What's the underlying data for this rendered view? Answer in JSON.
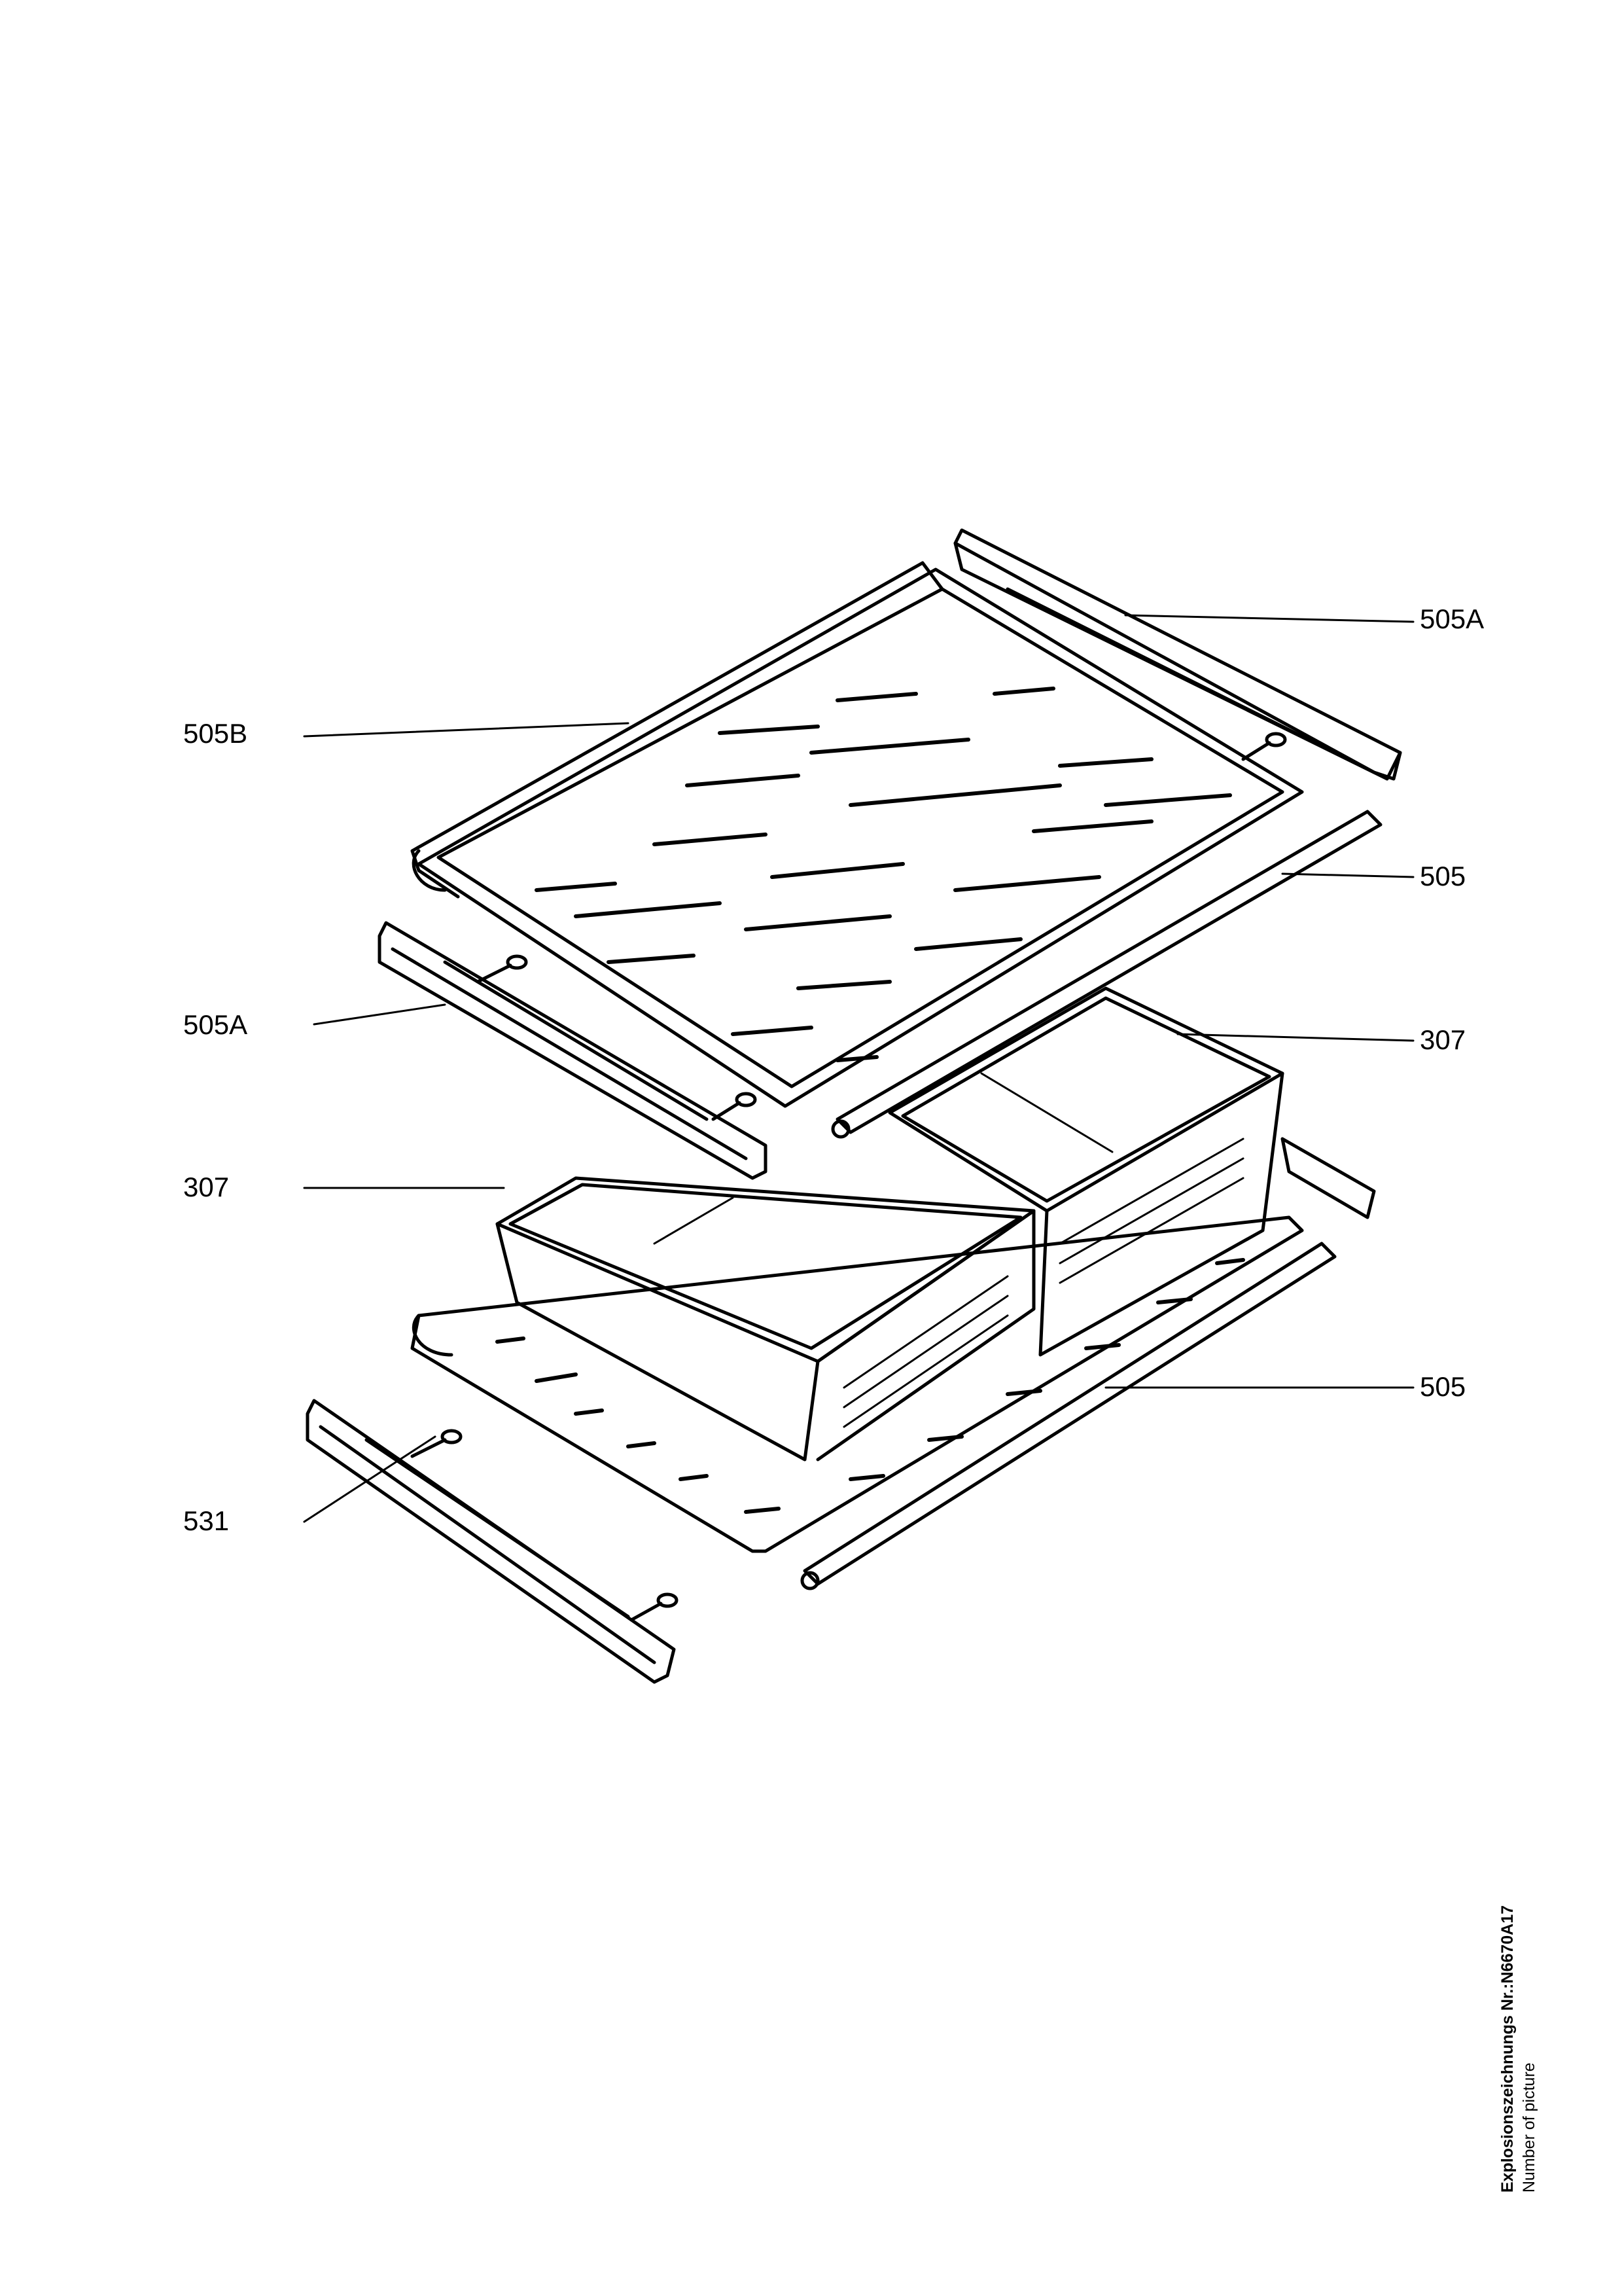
{
  "labels": {
    "l505A_top": "505A",
    "l505B": "505B",
    "l505_upper": "505",
    "l505A_left": "505A",
    "l307_right": "307",
    "l307_left": "307",
    "l505_lower": "505",
    "l531": "531"
  },
  "caption": {
    "line1": "Explosionszeichnungs Nr.:N6670A17",
    "line2": "Number of picture"
  }
}
